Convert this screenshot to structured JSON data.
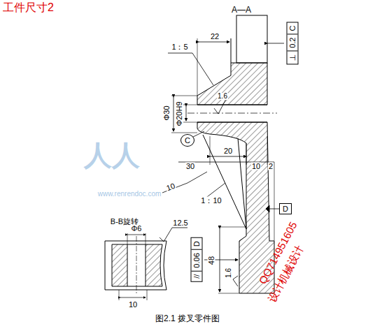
{
  "diagram": {
    "title": "工件尺寸2",
    "caption": "图2.1 拨叉零件图",
    "nodes": [
      {
        "text": [
          "⊥",
          "0.2",
          "C"
        ]
      },
      {
        "text": [
          "C"
        ]
      },
      {
        "text": [
          "D"
        ]
      },
      {
        "text": [
          "//",
          "0.06",
          "D"
        ]
      }
    ],
    "labels": [
      "A—A",
      "22",
      "1：5",
      "Φ30",
      "Φ20H9",
      "1.6",
      "20",
      "30",
      "10",
      "2",
      "10",
      "1：10",
      "B-B旋转",
      "Φ6",
      "12.5",
      "10",
      "48",
      "1.6",
      "人人",
      "www.renrendoc.com",
      "QQ714951605",
      "设计机械设计"
    ]
  }
}
